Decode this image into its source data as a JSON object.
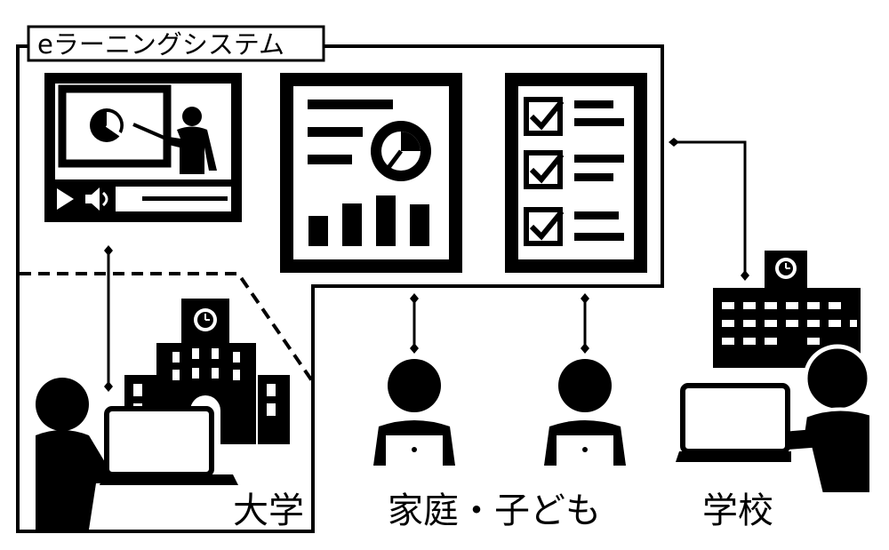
{
  "system_title": "eラーニングシステム",
  "labels": {
    "university": "大学",
    "home_children": "家庭・子ども",
    "school": "学校"
  },
  "icons": {
    "video_lecture": "video-lecture-icon",
    "report_document": "report-document-icon",
    "checklist": "checklist-icon",
    "university_building": "university-building-icon",
    "school_building": "school-building-icon",
    "person_laptop": "person-laptop-icon"
  },
  "colors": {
    "ink": "#000000",
    "paper": "#ffffff"
  }
}
